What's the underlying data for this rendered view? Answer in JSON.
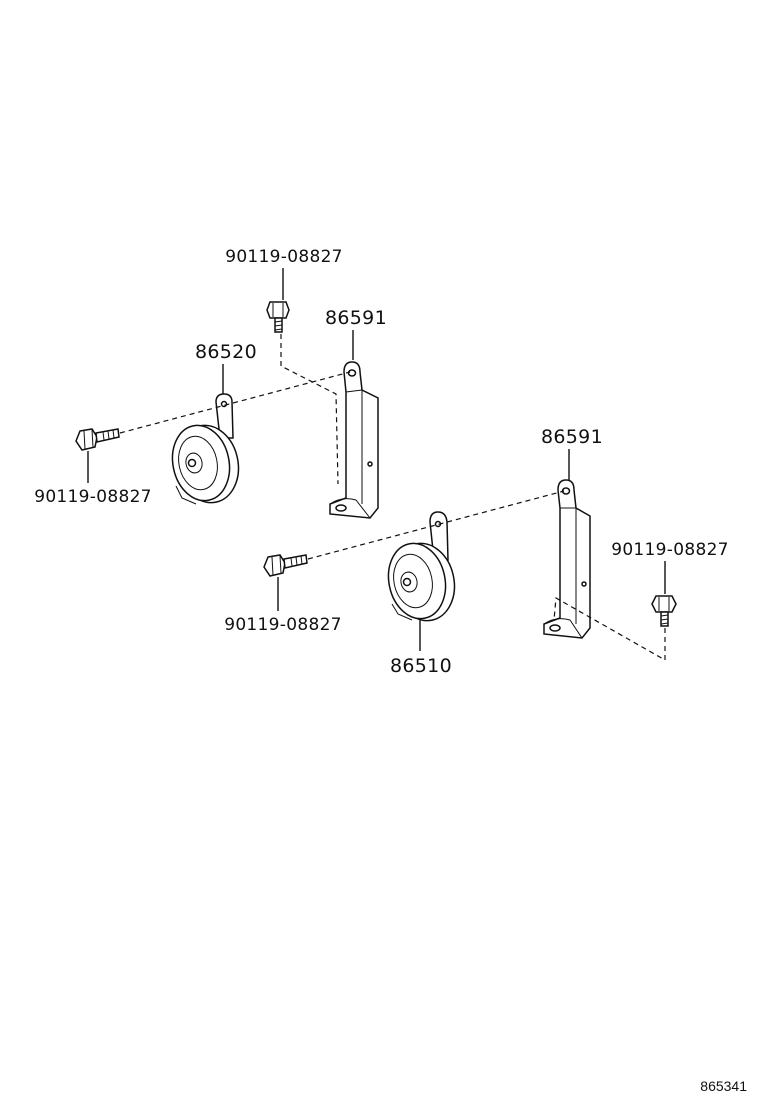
{
  "labels": {
    "bolt_top": "90119-08827",
    "bracket_left": "86591",
    "horn_left": "86520",
    "bolt_left": "90119-08827",
    "bracket_right": "86591",
    "bolt_right_far": "90119-08827",
    "bolt_right_near": "90119-08827",
    "horn_right": "86510"
  },
  "figure_code": "865341"
}
